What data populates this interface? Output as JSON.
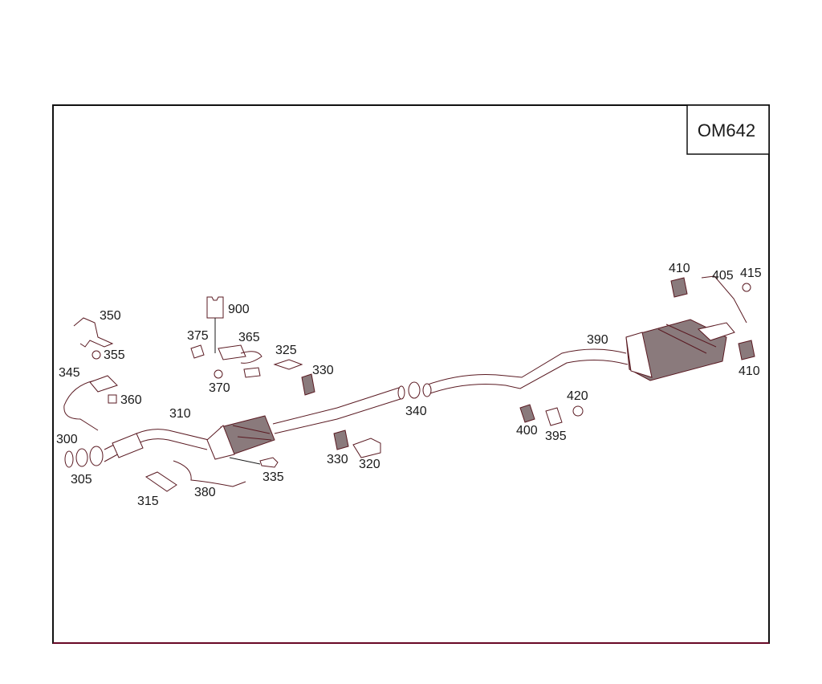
{
  "diagram": {
    "engine_code": "OM642",
    "callouts": {
      "c300": "300",
      "c305": "305",
      "c310": "310",
      "c315": "315",
      "c320": "320",
      "c325": "325",
      "c330a": "330",
      "c330b": "330",
      "c335": "335",
      "c340": "340",
      "c345": "345",
      "c350": "350",
      "c355": "355",
      "c360": "360",
      "c365": "365",
      "c370": "370",
      "c375": "375",
      "c380": "380",
      "c390": "390",
      "c395": "395",
      "c400": "400",
      "c405": "405",
      "c410a": "410",
      "c410b": "410",
      "c415": "415",
      "c420": "420",
      "c900": "900"
    },
    "colors": {
      "line": "#5a1a22",
      "border": "#111111",
      "accent": "#c0003a"
    }
  }
}
